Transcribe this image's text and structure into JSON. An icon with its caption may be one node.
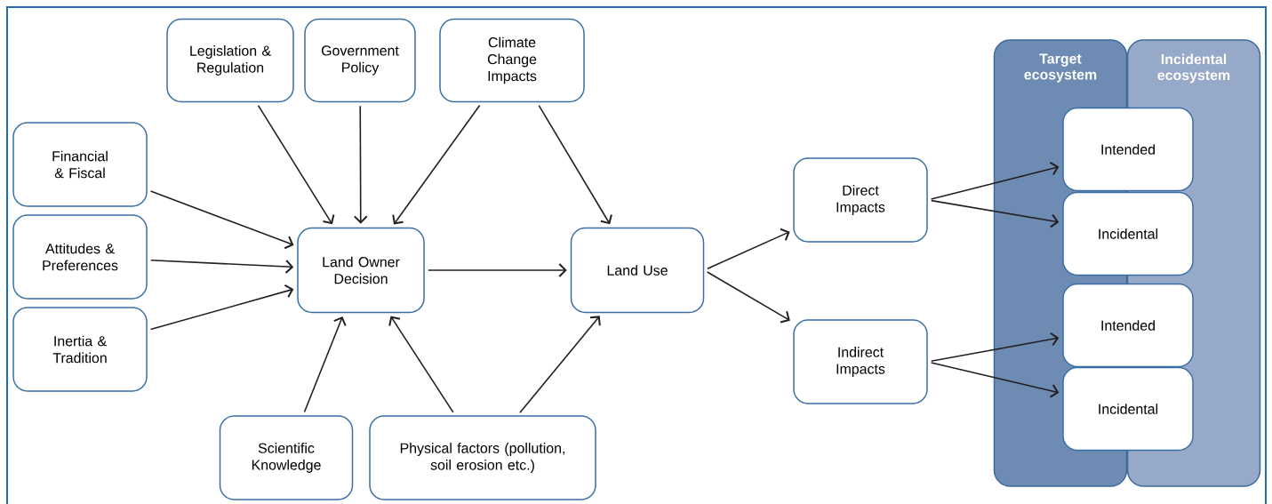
{
  "diagram": {
    "nodes": [
      {
        "text": [
          "Legislation & Regulation"
        ]
      },
      {
        "text": [
          "Government Policy"
        ]
      },
      {
        "text": [
          "Climate Change Impacts"
        ]
      },
      {
        "text": [
          "Financial & Fiscal"
        ]
      },
      {
        "text": [
          "Attitudes & Preferences"
        ]
      },
      {
        "text": [
          "Inertia & Tradition"
        ]
      },
      {
        "text": [
          "Land Owner Decision"
        ]
      },
      {
        "text": [
          "Land Use"
        ]
      },
      {
        "text": [
          "Direct Impacts"
        ]
      },
      {
        "text": [
          "Indirect Impacts"
        ]
      },
      {
        "text": [
          "Scientific Knowledge"
        ]
      },
      {
        "text": [
          "Physical factors (pollution, soil erosion etc.)"
        ]
      },
      {
        "text": [
          "Intended"
        ]
      },
      {
        "text": [
          "Incidental"
        ]
      },
      {
        "text": [
          "Intended"
        ]
      },
      {
        "text": [
          "Incidental"
        ]
      }
    ],
    "edges": [
      {
        "from": 0,
        "to": 6,
        "arrow": "to"
      },
      {
        "from": 1,
        "to": 6,
        "arrow": "to"
      },
      {
        "from": 2,
        "to": 6,
        "arrow": "to"
      },
      {
        "from": 2,
        "to": 7,
        "arrow": "to"
      },
      {
        "from": 3,
        "to": 6,
        "arrow": "to"
      },
      {
        "from": 4,
        "to": 6,
        "arrow": "to"
      },
      {
        "from": 5,
        "to": 6,
        "arrow": "to"
      },
      {
        "from": 6,
        "to": 7,
        "arrow": "to"
      },
      {
        "from": 10,
        "to": 6,
        "arrow": "to"
      },
      {
        "from": 11,
        "to": 6,
        "arrow": "to"
      },
      {
        "from": 11,
        "to": 7,
        "arrow": "to"
      },
      {
        "from": 7,
        "to": 8,
        "arrow": "to"
      },
      {
        "from": 7,
        "to": 9,
        "arrow": "to"
      },
      {
        "from": 8,
        "to": 12,
        "arrow": "to"
      },
      {
        "from": 8,
        "to": 13,
        "arrow": "to"
      },
      {
        "from": 9,
        "to": 14,
        "arrow": "to"
      },
      {
        "from": 9,
        "to": 15,
        "arrow": "to"
      }
    ],
    "labels": [
      "Target ecosystem",
      "Incidental ecosystem"
    ]
  }
}
